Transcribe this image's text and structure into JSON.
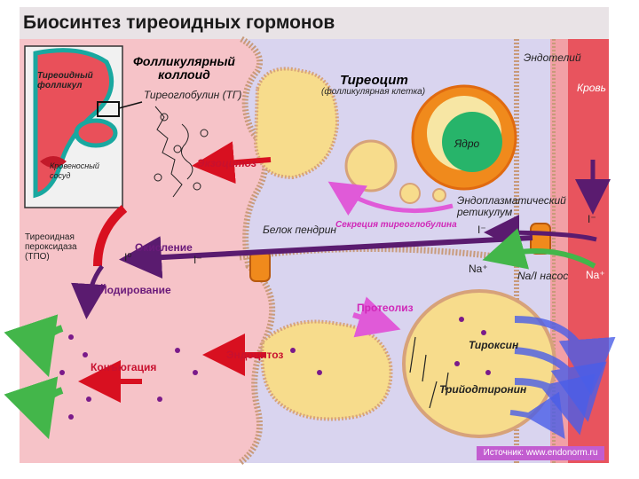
{
  "title": "Биосинтез тиреоидных гормонов",
  "labels": {
    "follicle": "Тиреоидный\nфолликул",
    "blood_vessel": "Кровеносный\nсосуд",
    "colloid": "Фолликулярный\nколлоид",
    "thyroglobulin": "Тиреоглобулин (ТГ)",
    "exocytosis": "Экзоцитоз",
    "thyrocyte": "Тиреоцит",
    "follicular_cell": "(фолликулярная клетка)",
    "nucleus": "Ядро",
    "endothelium": "Эндотелий",
    "blood": "Кровь",
    "er": "Эндоплазматический\nретикулум",
    "tg_secretion": "Секреция тиреоглобулина",
    "pendrin": "Белок пендрин",
    "tpo": "Тиреоидная\nпероксидаза\n(ТПО)",
    "oxidation": "Окисление",
    "iodination": "Йодирование",
    "i0": "I⁰",
    "i_minus_1": "I⁻",
    "i_minus_2": "I⁻",
    "i_minus_3": "I⁻",
    "na_left": "Na⁺",
    "na_right": "Na⁺",
    "na_pump": "Na/I насос",
    "proteolysis": "Протеолиз",
    "conjugation": "Конъюгация",
    "endocytosis": "Эндоцитоз",
    "thyroxine": "Тироксин",
    "triiodothyronine": "Трийодтиронин",
    "source": "Источник: www.endonorm.ru"
  },
  "colors": {
    "colloid_pink": "#f6c3c8",
    "cell_lavender": "#d9d4ef",
    "blood_red": "#e8545e",
    "membrane": "#d7a27a",
    "vesicle": "#f7dc8c",
    "nucleus_green": "#27b46a",
    "er_orange": "#f08a1c",
    "arrow_red": "#d81020",
    "arrow_purple": "#5a1b6f",
    "arrow_magenta": "#e05ad8",
    "arrow_blue": "#4a5ee8",
    "arrow_green": "#43b64a"
  }
}
